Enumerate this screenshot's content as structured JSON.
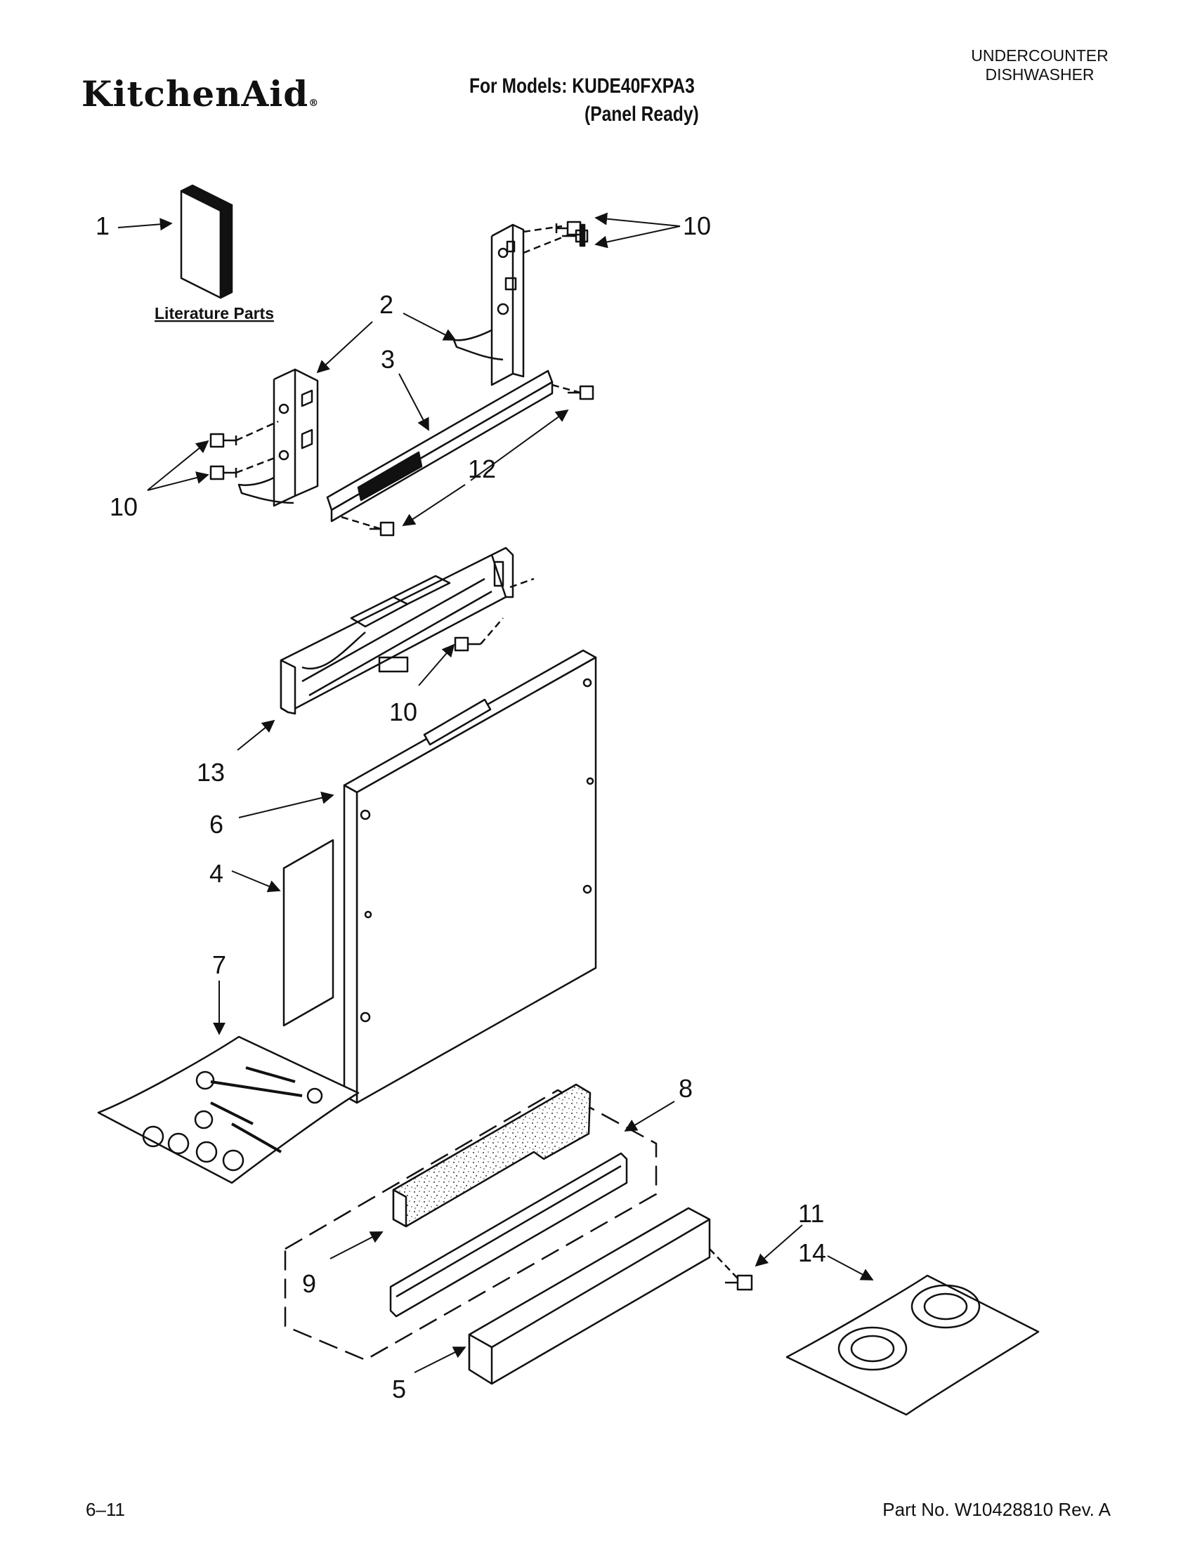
{
  "header": {
    "brand": "KitchenAid",
    "brand_mark": "®",
    "models_line": "For Models: KUDE40FXPA3",
    "variant_line": "(Panel Ready)",
    "category_line1": "UNDERCOUNTER",
    "category_line2": "DISHWASHER"
  },
  "diagram": {
    "literature_caption": "Literature Parts",
    "callouts": [
      {
        "id": "c1",
        "text": "1"
      },
      {
        "id": "c10a",
        "text": "10"
      },
      {
        "id": "c2",
        "text": "2"
      },
      {
        "id": "c3",
        "text": "3"
      },
      {
        "id": "c10b",
        "text": "10"
      },
      {
        "id": "c12",
        "text": "12"
      },
      {
        "id": "c10c",
        "text": "10"
      },
      {
        "id": "c13",
        "text": "13"
      },
      {
        "id": "c6",
        "text": "6"
      },
      {
        "id": "c4",
        "text": "4"
      },
      {
        "id": "c7",
        "text": "7"
      },
      {
        "id": "c8",
        "text": "8"
      },
      {
        "id": "c9",
        "text": "9"
      },
      {
        "id": "c11",
        "text": "11"
      },
      {
        "id": "c14",
        "text": "14"
      },
      {
        "id": "c5",
        "text": "5"
      }
    ]
  },
  "footer": {
    "date": "6–11",
    "part_number": "Part No. W10428810 Rev. A"
  }
}
